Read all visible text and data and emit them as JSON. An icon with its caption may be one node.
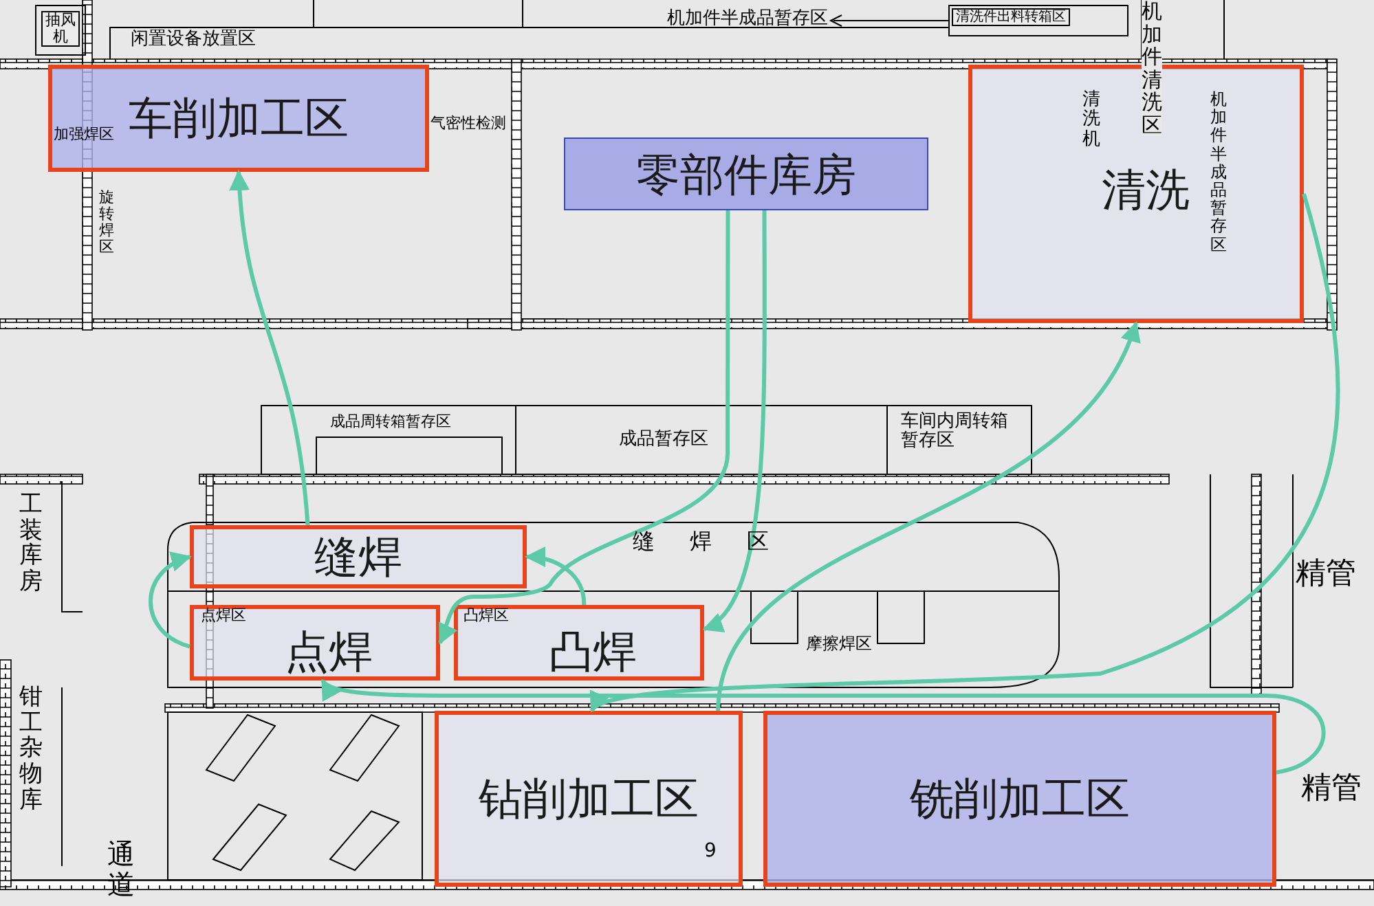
{
  "diagram": {
    "nodes": [
      {
        "text": [
          "车削加工区"
        ]
      },
      {
        "text": [
          "零部件库房"
        ]
      },
      {
        "text": [
          "清洗"
        ]
      },
      {
        "text": [
          "缝焊"
        ]
      },
      {
        "text": [
          "点焊"
        ]
      },
      {
        "text": [
          "凸焊"
        ]
      },
      {
        "text": [
          "钻削加工区"
        ]
      },
      {
        "text": [
          "铣削加工区"
        ]
      }
    ],
    "edges": [
      {
        "from": 1,
        "to": 5,
        "arrow": "to"
      },
      {
        "from": 1,
        "to": 4,
        "arrow": "to"
      },
      {
        "from": 4,
        "to": 3,
        "arrow": "to"
      },
      {
        "from": 5,
        "to": 3,
        "arrow": "to"
      },
      {
        "from": 3,
        "to": 0,
        "arrow": "to"
      },
      {
        "from": 6,
        "to": 2,
        "arrow": "to"
      },
      {
        "from": 2,
        "to": 6,
        "arrow": "to"
      },
      {
        "from": 7,
        "to": 4,
        "arrow": "to"
      }
    ],
    "labels": [
      "抽风机",
      "闲置设备放置区",
      "机加件半成品暂存区",
      "清洗件出料转箱区",
      "机加件清洗区",
      "加强焊区",
      "气密性检测",
      "清洗机",
      "机加件半成品暂存区",
      "旋转焊区",
      "成品周转箱暂存区",
      "成品暂存区",
      "车间内周转箱暂存区",
      "缝焊区",
      "工装库房",
      "点焊区",
      "凸焊区",
      "摩擦焊区",
      "精管",
      "钳工杂物库",
      "精管",
      "通道",
      "9"
    ]
  }
}
